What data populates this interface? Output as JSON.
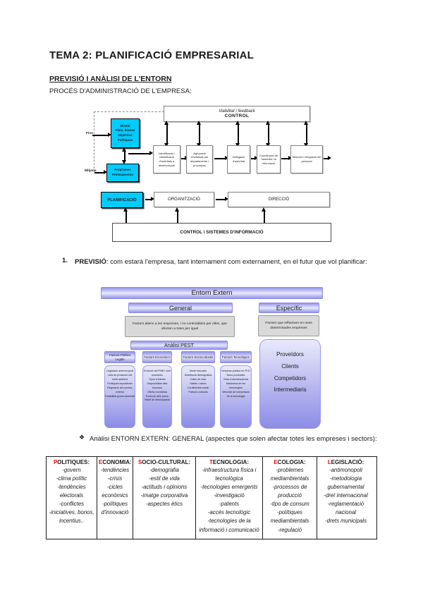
{
  "page": {
    "title": "TEMA 2: PLANIFICACIÓ EMPRESARIAL",
    "section_heading": "PREVISIÓ I ANÀLISI DE L'ENTORN",
    "section_subheading": "PROCÉS D'ADMINISTRACIÓ DE L'EMPRESA:"
  },
  "colors": {
    "cyan_box": "#00ccff",
    "purple_gradient": "#8c8ce6",
    "gray_box": "#d9d9d9",
    "table_initial_red": "#ff0000"
  },
  "process_diagram": {
    "control_line1": "Viabilitat i feedback",
    "control_line2": "CONTROL",
    "fins_label": "Fins",
    "mitjans_label": "Mitjans",
    "missio_lines": [
      "Missió",
      "Fites, deures",
      "Objectius",
      "Polítiques"
    ],
    "programes_lines": [
      "Programes",
      "Pressupostos"
    ],
    "steps": [
      "Identificació i classificació d'activitats a desenvolupar",
      "Agrupació d'activitats per departaments i processos",
      "Delegació d'autoritat",
      "Coordinació de l'autoritat i la informació",
      "Selecció i integració del personal"
    ],
    "planificacio": "PLANIFICACIÓ",
    "organitzacio": "ORGANITZACIÓ",
    "direccio": "DIRECCIÓ",
    "bottom_bar": "CONTROL i SISTEMES D'INFORMACIÓ"
  },
  "prevision_item": {
    "number": "1.",
    "label": "PREVISIÓ",
    "text": ": com estarà l'empresa, tant internament com externament, en el futur que vol planificar:"
  },
  "entorn_diagram": {
    "title": "Entorn Extern",
    "general_label": "General",
    "general_desc": "Factors aliens a les empreses, i no controlables per elles, que afecten a totes per igual",
    "especific_label": "Específic",
    "especific_desc": "Factors que influeixen en unes determinades empreses",
    "especific_items": [
      "Proveïdors",
      "Clients",
      "Competidors",
      "Intermediaris"
    ],
    "pest_title": "Anàlisi PEST",
    "pest_columns": [
      {
        "header": "Factors Polítics Legals",
        "items": [
          "Legislació antimonopoli",
          "Lleis de protecció del medi ambient",
          "Polítiques impositives",
          "Regulació del comerç exterior",
          "Estabilitat governamental"
        ]
      },
      {
        "header": "Factors Econòmics",
        "items": [
          "Evolució del PNB i cicle econòmic",
          "Tipus d'interès",
          "Disponibilitat dels recursos",
          "Oferta monetària",
          "Evolució dels preus",
          "Nivell de desocupació"
        ]
      },
      {
        "header": "Factors Socioculturals",
        "items": [
          "Nivell educatiu",
          "Distribució demogràfica",
          "Estils de vida",
          "Hàbits i valors",
          "Conflictivitat social",
          "Patrons culturals"
        ]
      },
      {
        "header": "Factors Tecnològics",
        "items": [
          "Despesa pública en R+D",
          "Nous productes",
          "Grau d'obsolescència",
          "Maduresa de les tecnologies",
          "Velocitat de transmissió de la tecnologia"
        ]
      }
    ]
  },
  "bullet_item": {
    "marker": "❖",
    "text": "Anàlisi ENTORN EXTERN: GENERAL (aspectes que solen afectar totes les empreses i sectors):"
  },
  "table": {
    "columns": [
      {
        "initial": "P",
        "rest": "OLITIQUES:",
        "items": [
          "-govern",
          "-clima polític",
          "-tendències electorals",
          "-conflictes",
          "-iniciatives, bonos, incentius.."
        ]
      },
      {
        "initial": "E",
        "rest": "CONOMIA:",
        "items": [
          "-tendències",
          "-crisis",
          "-cicles econòmics",
          "-polítiques d'innovació"
        ]
      },
      {
        "initial": "S",
        "rest": "OCIO-CULTURAL:",
        "items": [
          "-demografia",
          "-estil de vida",
          "-actituds i opinions",
          "-imatge corporativa",
          "-aspectes ètics"
        ]
      },
      {
        "initial": "T",
        "rest": "ECNOLOGIA:",
        "items": [
          "-infraestructura física i tecnològica",
          "-tecnologies emergents",
          "-investigació",
          "-patents",
          "-accés tecnològic",
          "-tecnologies de la informació i comunicació"
        ]
      },
      {
        "initial": "E",
        "rest": "COLOGIA:",
        "items": [
          "-problemes mediambientals",
          "-processos de producció",
          "-tipo de consum",
          "-polítiques mediambientals",
          "-regulació"
        ]
      },
      {
        "initial": "L",
        "rest": "EGISLACIÓ:",
        "items": [
          "-antimonopoli",
          "-metodologia gubernamental",
          "-dret internacional",
          "-reglamentació nacional",
          "-drets municipals"
        ]
      }
    ]
  }
}
